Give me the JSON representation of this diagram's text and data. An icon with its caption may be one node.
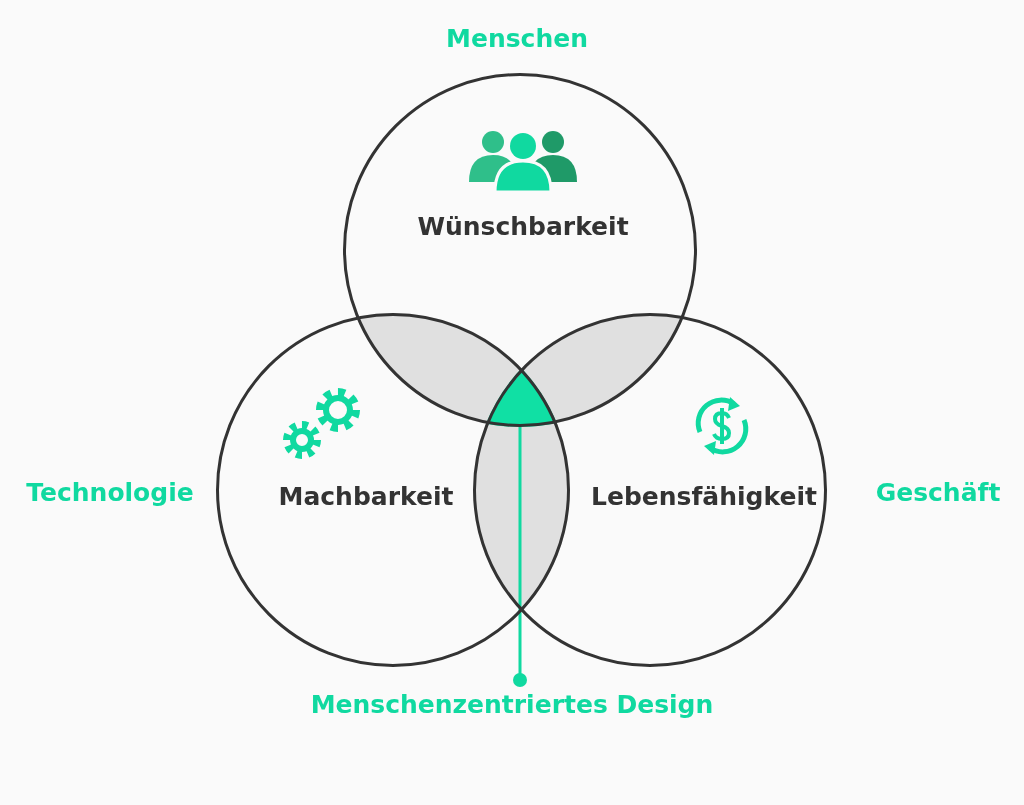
{
  "diagram": {
    "nodes": [
      {
        "text": [
          "Wünschbarkeit"
        ],
        "beside": [
          "Menschen"
        ]
      },
      {
        "text": [
          "Machbarkeit"
        ],
        "beside": [
          "Technologie"
        ]
      },
      {
        "text": [
          "Lebensfähigkeit"
        ],
        "beside": [
          "Geschäft"
        ]
      },
      {
        "text": [],
        "shape": "triangle"
      },
      {
        "text": [
          "Menschenzentriertes Design"
        ]
      }
    ],
    "edges": [
      {
        "from": 4,
        "to": 3,
        "arrow": "other"
      }
    ]
  }
}
